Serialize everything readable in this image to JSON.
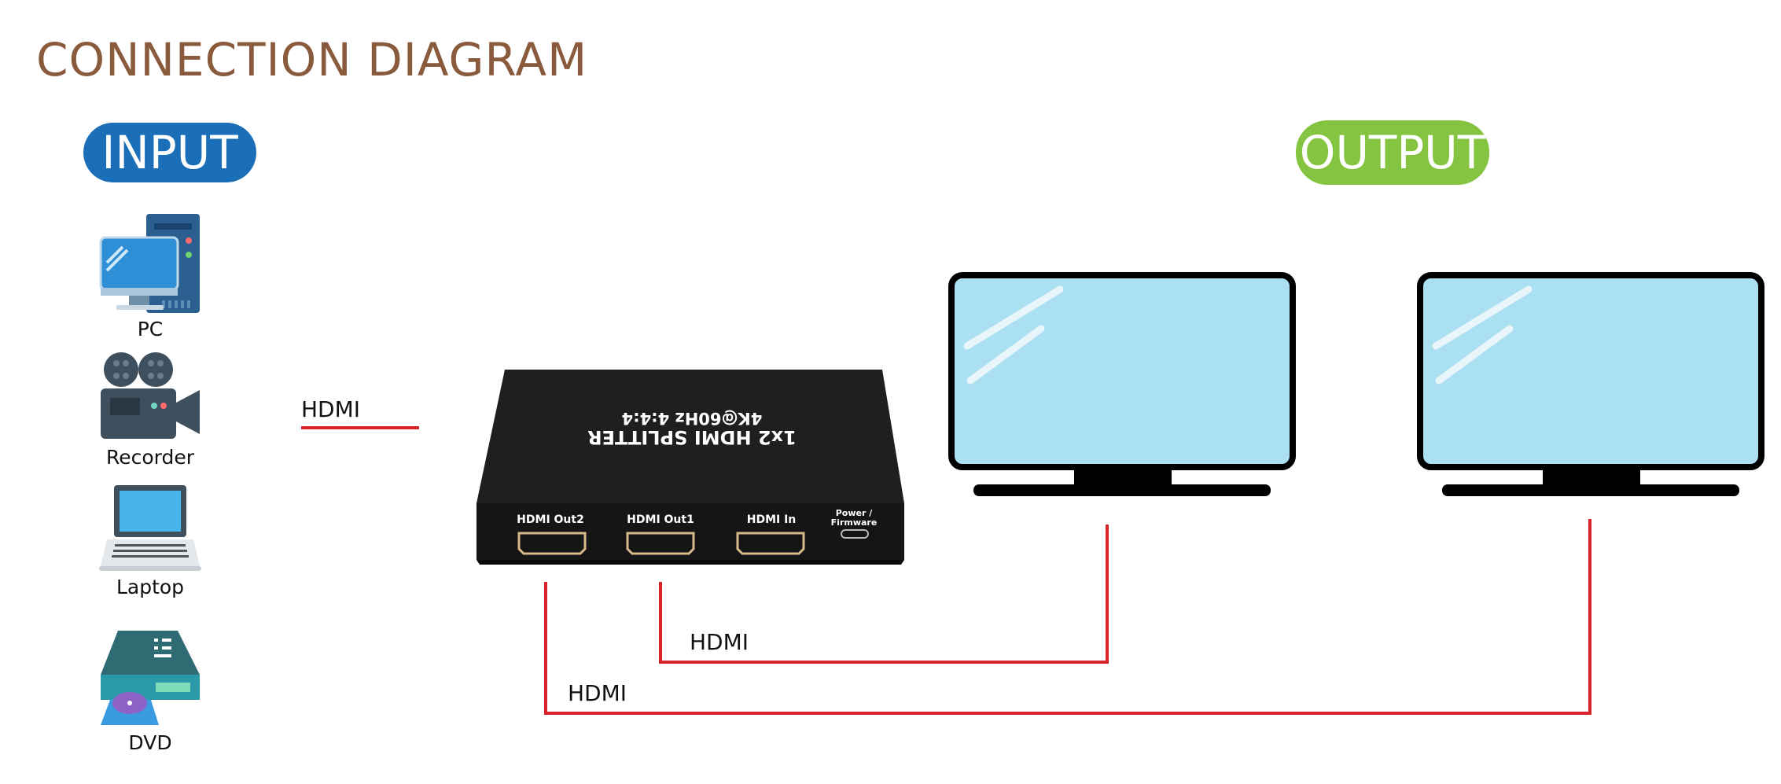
{
  "title": "CONNECTION DIAGRAM",
  "input_label": "INPUT",
  "output_label": "OUTPUT",
  "devices": [
    {
      "label": "PC",
      "icon": "pc-icon"
    },
    {
      "label": "Recorder",
      "icon": "video-camera-icon"
    },
    {
      "label": "Laptop",
      "icon": "laptop-icon"
    },
    {
      "label": "DVD",
      "icon": "dvd-player-icon"
    }
  ],
  "connections": {
    "input": "HDMI",
    "out1": "HDMI",
    "out2": "HDMI"
  },
  "splitter": {
    "top_line1": "1x2 HDMI SPLITTER",
    "top_line2": "4K@60Hz 4:4:4",
    "ports": [
      "HDMI Out2",
      "HDMI Out1",
      "HDMI In"
    ],
    "power_line1": "Power /",
    "power_line2": "Firmware"
  },
  "colors": {
    "title": "#8a5a3c",
    "input_pill": "#1a6fb8",
    "output_pill": "#85c440",
    "cable": "#d8232a",
    "screen": "#abdff2"
  }
}
